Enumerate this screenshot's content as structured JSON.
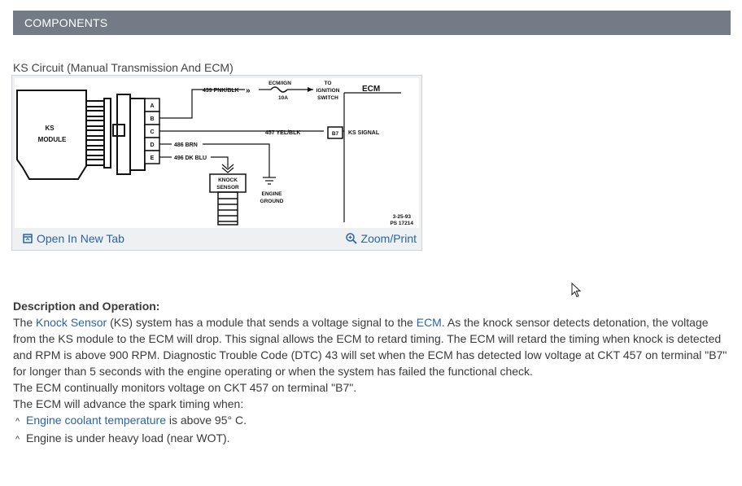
{
  "section": {
    "title": "COMPONENTS"
  },
  "figure": {
    "caption": "KS Circuit (Manual Transmission And ECM)",
    "open_label": "Open In New Tab",
    "zoom_label": "Zoom/Print",
    "diagram_text": {
      "ks_module": "KS",
      "ks_module2": "MODULE",
      "pin_a": "A",
      "pin_b": "B",
      "pin_c": "C",
      "pin_d": "D",
      "pin_e": "E",
      "wire_439": "439 PNK/BLK",
      "fuse_top": "ECM/IGN",
      "fuse_bottom": "10A",
      "to_ign1": "TO",
      "to_ign2": "IGNITION",
      "to_ign3": "SWITCH",
      "ecm": "ECM",
      "wire_457": "457 YEL/BLK",
      "b7": "B7",
      "ks_signal": "KS SIGNAL",
      "wire_486": "486 BRN",
      "wire_496": "496 DK BLU",
      "knock1": "KNOCK",
      "knock2": "SENSOR",
      "ground1": "ENGINE",
      "ground2": "GROUND",
      "date": "3-25-93",
      "ps": "PS 17214"
    }
  },
  "description": {
    "title": "Description and Operation:",
    "p1_pre": "The ",
    "p1_link1": "Knock Sensor",
    "p1_mid": " (KS) system has a module that sends a voltage signal to the ",
    "p1_link2": "ECM",
    "p1_post": ". As the knock sensor detects detonation, the voltage from the KS module to the ECM will drop. This signal allows the ECM to retard timing. The ECM will retard the timing when knock is detected and RPM is above 900 RPM. Diagnostic Trouble Code (DTC) 43 will set when the ECM has detected low voltage at CKT 457 on terminal \"B7\" for longer than 5 seconds with the engine operating or when the system has failed the functional check.",
    "p2": "The ECM continually monitors voltage on CKT 457 on terminal \"B7\".",
    "p3": "The ECM will advance the spark timing when:",
    "bullet_caret": "^",
    "bullet1_link": "Engine coolant temperature",
    "bullet1_post": " is above 95° C.",
    "bullet2": "Engine is under heavy load (near WOT)."
  }
}
